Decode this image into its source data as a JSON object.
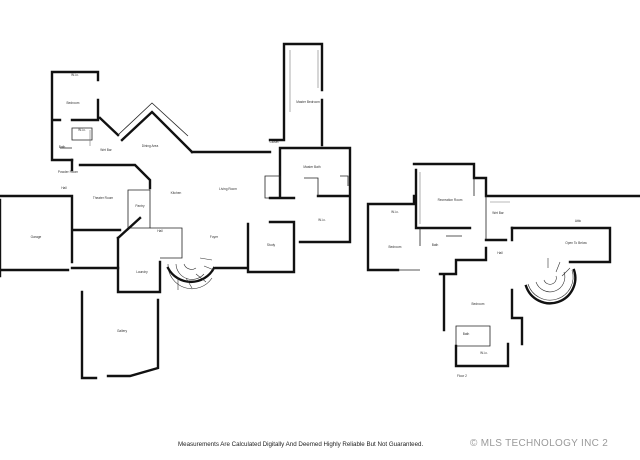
{
  "rooms": {
    "bedroom_left": "Bedroom",
    "wic_top": "W.i.c.",
    "bath_left": "Bath",
    "wet_bar": "Wet Bar",
    "dining": "Dining Area",
    "master_bedroom": "Master Bedroom",
    "closet": "Closet",
    "master_bath": "Master Bath",
    "powder": "Powder Room",
    "hall_left": "Hall",
    "theater": "Theater Room",
    "pantry": "Pantry",
    "kitchen": "Kitchen",
    "living": "Living Room",
    "garage": "Garage",
    "hall_mid": "Hall",
    "foyer": "Foyer",
    "study": "Study",
    "wic_master": "W.i.c.",
    "laundry": "Laundry",
    "gallery": "Gallery",
    "wic_upper": "W.i.c.",
    "recreation": "Recreation Room",
    "wet_bar_upper": "Wet Bar",
    "bedroom_upper": "Bedroom",
    "bath_upper": "Bath",
    "attic": "Attic",
    "open_to_below": "Open To Below",
    "hall_upper": "Hall",
    "bedroom_lower_right": "Bedroom",
    "bath_lower_right": "Bath",
    "wic_lower_right": "W.i.c.",
    "floor_label": "Floor 2"
  },
  "footer": {
    "disclaimer": "Measurements Are Calculated Digitally And Deemed Highly Reliable But Not Guaranteed.",
    "copyright": "© MLS TECHNOLOGY INC 2"
  }
}
